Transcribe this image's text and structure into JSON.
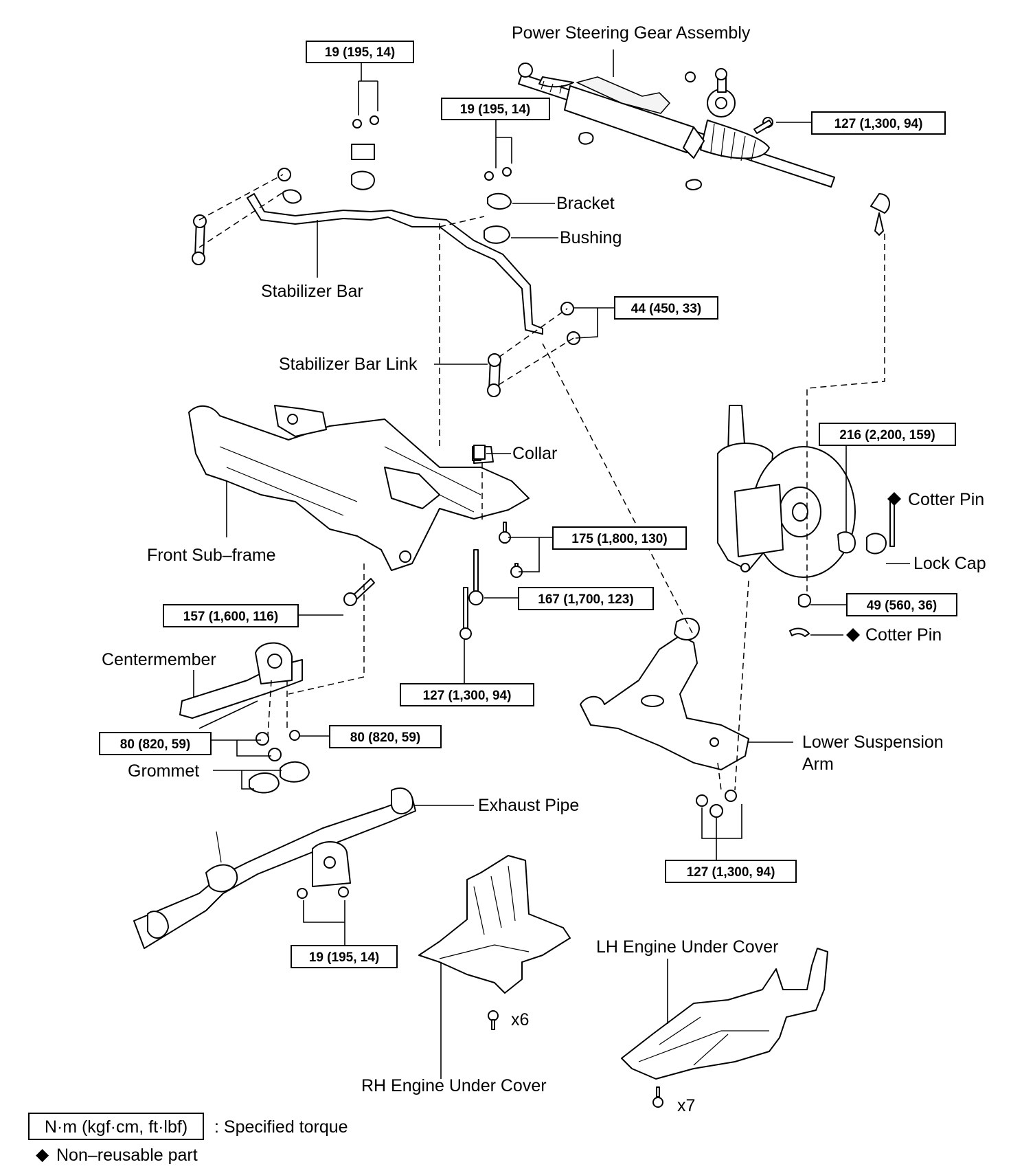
{
  "labels": {
    "power_steering": "Power Steering Gear Assembly",
    "bracket": "Bracket",
    "bushing": "Bushing",
    "stabilizer_bar": "Stabilizer Bar",
    "stabilizer_bar_link": "Stabilizer Bar Link",
    "collar": "Collar",
    "front_subframe": "Front Sub–frame",
    "centermember": "Centermember",
    "grommet": "Grommet",
    "exhaust_pipe": "Exhaust Pipe",
    "cotter_pin_top": "Cotter Pin",
    "lock_cap": "Lock Cap",
    "cotter_pin_bottom": "Cotter Pin",
    "lower_arm_line1": "Lower Suspension",
    "lower_arm_line2": "Arm",
    "lh_cover": "LH Engine Under Cover",
    "rh_cover": "RH Engine Under Cover",
    "rh_qty": "x6",
    "lh_qty": "x7"
  },
  "torques": {
    "stab_bracket_top": "19 (195, 14)",
    "stab_bracket_mid": "19 (195, 14)",
    "steering_gear": "127 (1,300, 94)",
    "stab_link_nut": "44 (450, 33)",
    "hub_nut": "216 (2,200, 159)",
    "subframe_front": "175 (1,800, 130)",
    "subframe_bolt": "167 (1,700, 123)",
    "subframe_rear": "157 (1,600, 116)",
    "ball_joint_nut": "49 (560, 36)",
    "subframe_lower": "127 (1,300, 94)",
    "centermember_left": "80 (820, 59)",
    "centermember_right": "80 (820, 59)",
    "lower_arm": "127 (1,300, 94)",
    "exhaust_bracket": "19 (195, 14)"
  },
  "legend": {
    "unit_box": "N·m (kgf·cm, ft·lbf)",
    "unit_desc": ": Specified torque",
    "nonreusable_symbol": "◆",
    "nonreusable_text": "Non–reusable part"
  }
}
